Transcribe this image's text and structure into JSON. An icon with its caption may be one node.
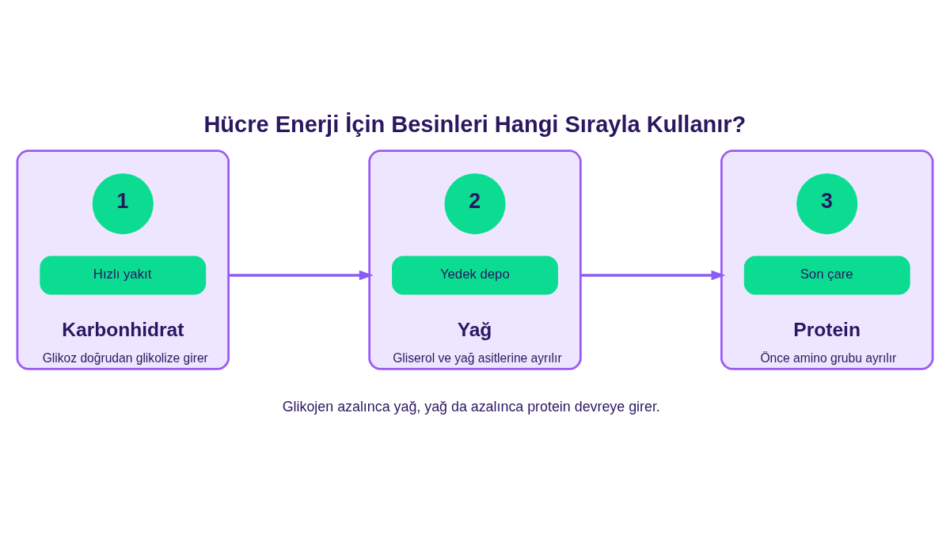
{
  "diagram": {
    "title": "Hücre Enerji İçin Besinleri Hangi Sırayla Kullanır?",
    "caption": "Glikojen azalınca yağ, yağ da azalınca protein devreye girer.",
    "nodes": [
      {
        "text": [
          "Karbonhidrat",
          "Glikoz doğrudan glikolize girer"
        ]
      },
      {
        "text": [
          "1"
        ],
        "in": 0
      },
      {
        "text": [
          "Hızlı yakıt"
        ],
        "in": 0
      },
      {
        "text": [
          "Yağ",
          "Gliserol ve yağ asitlerine ayrılır"
        ]
      },
      {
        "text": [
          "2"
        ],
        "in": 3
      },
      {
        "text": [
          "Yedek depo"
        ],
        "in": 3
      },
      {
        "text": [
          "Protein",
          "Önce amino grubu ayrılır"
        ]
      },
      {
        "text": [
          "3"
        ],
        "in": 6
      },
      {
        "text": [
          "Son çare"
        ],
        "in": 6
      }
    ],
    "edges": [
      {
        "from": 0,
        "to": 3,
        "arrow": "to"
      },
      {
        "from": 3,
        "to": 6,
        "arrow": "to"
      }
    ]
  }
}
